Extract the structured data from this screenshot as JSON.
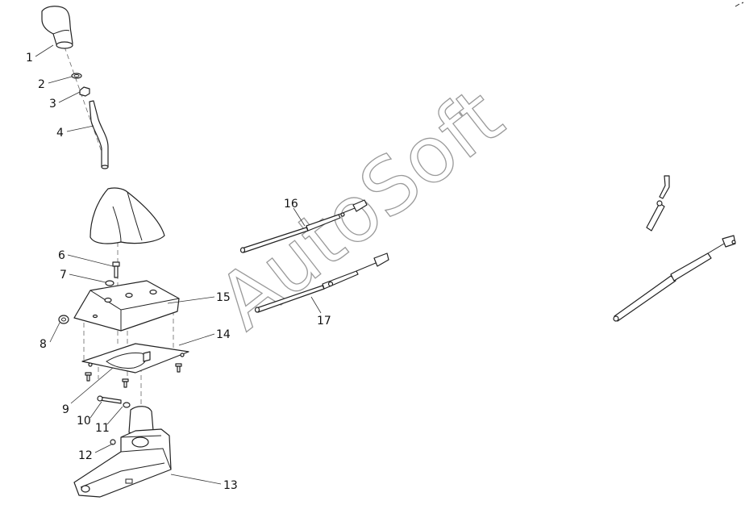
{
  "watermark": "AutoSoft",
  "callouts": {
    "c1": "1",
    "c2": "2",
    "c3": "3",
    "c4": "4",
    "c6": "6",
    "c7": "7",
    "c8": "8",
    "c9": "9",
    "c10": "10",
    "c11": "11",
    "c12": "12",
    "c13": "13",
    "c14": "14",
    "c15": "15",
    "c16": "16",
    "c17": "17"
  }
}
